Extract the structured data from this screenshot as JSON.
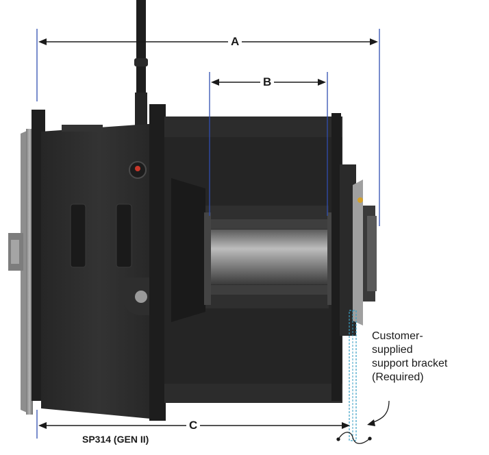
{
  "dimensions": {
    "a": "A",
    "b": "B",
    "c": "C"
  },
  "callout": {
    "line1": "Customer-",
    "line2": "supplied",
    "line3": "support bracket",
    "line4": "(Required)"
  },
  "model": "SP314 (GEN II)",
  "colors": {
    "body": "#2b2b2b",
    "body_dark": "#1a1a1a",
    "metal": "#9a9a9a",
    "guide_line": "#2f4db0",
    "accent": "#c8372a",
    "bracket": "#3a9fc4"
  }
}
